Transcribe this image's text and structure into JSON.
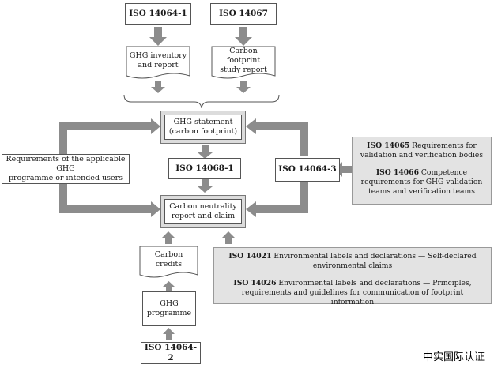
{
  "nodes": {
    "iso14064_1": "ISO 14064-1",
    "iso14067": "ISO 14067",
    "ghg_inventory": "GHG inventory\nand report",
    "carbon_footprint_study": "Carbon footprint\nstudy report",
    "ghg_statement": "GHG statement\n(carbon footprint)",
    "iso14068_1": "ISO 14068-1",
    "iso14064_3": "ISO 14064-3",
    "requirements_ghg": "Requirements of the applicable GHG\nprogramme or intended users",
    "carbon_neutrality": "Carbon neutrality\nreport and claim",
    "carbon_credits": "Carbon credits",
    "ghg_programme": "GHG\nprogramme",
    "iso14064_2": "ISO 14064-2"
  },
  "info_right": {
    "item1_code": "ISO 14065",
    "item1_text": " Requirements for validation and verification bodies",
    "item2_code": "ISO 14066",
    "item2_text": " Competence requirements for GHG validation teams and verification teams"
  },
  "info_bottom": {
    "item1_code": "ISO 14021",
    "item1_text": " Environmental labels and declarations — Self-declared environmental claims",
    "item2_code": "ISO 14026",
    "item2_text": " Environmental labels and declarations — Principles, requirements and guidelines for communication of footprint information"
  },
  "watermark": "中实国际认证",
  "colors": {
    "arrow": "#8c8c8c",
    "shaded": "#dcdcdc"
  }
}
